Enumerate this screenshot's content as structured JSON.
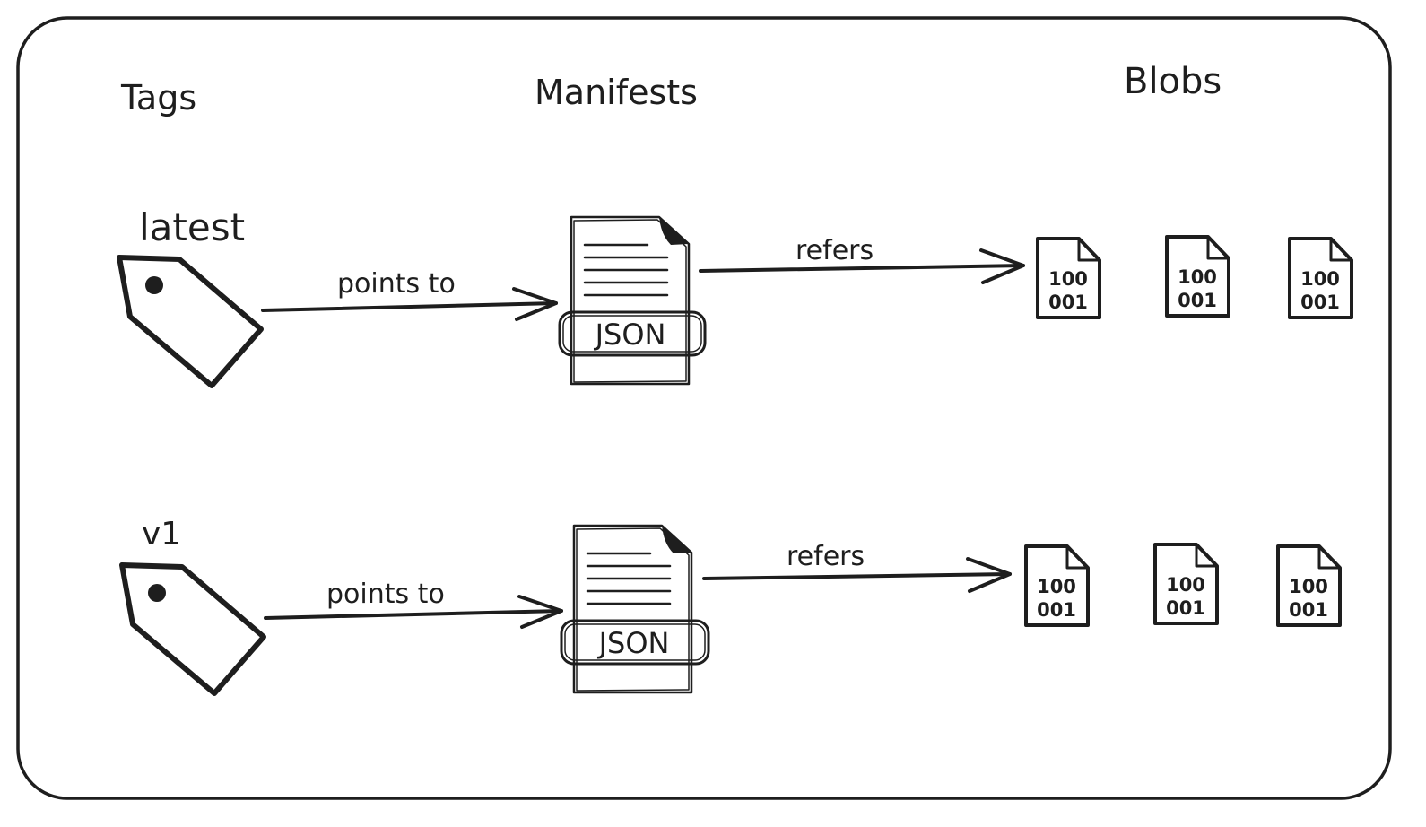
{
  "columns": {
    "tags": "Tags",
    "manifests": "Manifests",
    "blobs": "Blobs"
  },
  "rows": [
    {
      "tag": "latest",
      "points_to": "points to",
      "manifest_label": "JSON",
      "refers": "refers",
      "blobs": [
        {
          "line1": "100",
          "line2": "001"
        },
        {
          "line1": "100",
          "line2": "001"
        },
        {
          "line1": "100",
          "line2": "001"
        }
      ]
    },
    {
      "tag": "v1",
      "points_to": "points to",
      "manifest_label": "JSON",
      "refers": "refers",
      "blobs": [
        {
          "line1": "100",
          "line2": "001"
        },
        {
          "line1": "100",
          "line2": "001"
        },
        {
          "line1": "100",
          "line2": "001"
        }
      ]
    }
  ],
  "icons": {
    "tag": "tag-icon",
    "manifest": "json-document-icon",
    "blob": "binary-file-icon"
  },
  "colors": {
    "ink": "#1e1e1e",
    "background": "#ffffff"
  }
}
